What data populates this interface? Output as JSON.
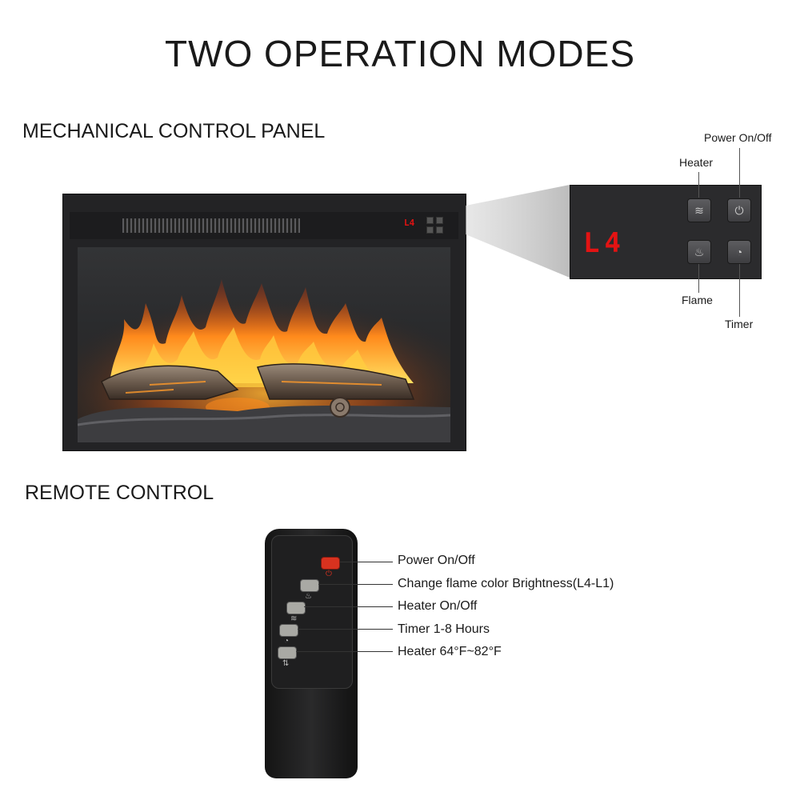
{
  "title": "TWO OPERATION MODES",
  "mechanical": {
    "heading": "MECHANICAL CONTROL PANEL",
    "mini_display": "L4",
    "panel_display": "L4",
    "labels": {
      "power": "Power On/Off",
      "heater": "Heater",
      "flame": "Flame",
      "timer": "Timer"
    },
    "icons": [
      "heater-icon",
      "power-icon",
      "flame-icon",
      "timer-icon"
    ]
  },
  "remote": {
    "heading": "REMOTE CONTROL",
    "buttons": [
      {
        "label": "Power On/Off",
        "icon": "power-icon",
        "color": "#d8321f"
      },
      {
        "label": "Change flame color Brightness(L4-L1)",
        "icon": "flame-icon",
        "color": "#a9a9a4"
      },
      {
        "label": "Heater On/Off",
        "icon": "heater-icon",
        "color": "#a9a9a4"
      },
      {
        "label": "Timer 1-8 Hours",
        "icon": "timer-icon",
        "color": "#a9a9a4"
      },
      {
        "label": "Heater 64°F~82°F",
        "icon": "arrows-icon",
        "color": "#a9a9a4"
      }
    ]
  },
  "colors": {
    "display_red": "#e31313",
    "fireplace_body": "#232325",
    "flame": "#ff8a1c"
  }
}
